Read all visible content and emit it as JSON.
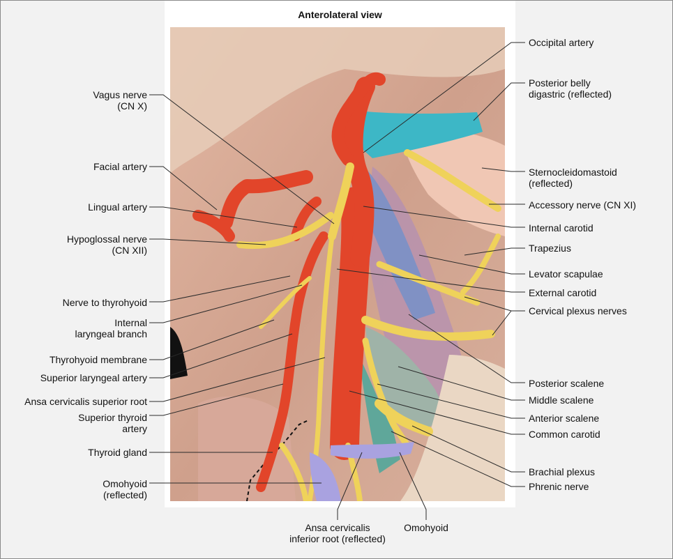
{
  "title": "Anterolateral view",
  "labels_left": [
    {
      "id": "vagus",
      "lines": [
        "Vagus nerve",
        "(CN X)"
      ]
    },
    {
      "id": "facial",
      "lines": [
        "Facial artery"
      ]
    },
    {
      "id": "lingual",
      "lines": [
        "Lingual artery"
      ]
    },
    {
      "id": "hypoglossal",
      "lines": [
        "Hypoglossal nerve",
        "(CN XII)"
      ]
    },
    {
      "id": "nerve-thyrohyoid",
      "lines": [
        "Nerve to thyrohyoid"
      ]
    },
    {
      "id": "internal-laryngeal",
      "lines": [
        "Internal",
        "laryngeal branch"
      ]
    },
    {
      "id": "thyrohyoid-membrane",
      "lines": [
        "Thyrohyoid membrane"
      ]
    },
    {
      "id": "superior-laryngeal",
      "lines": [
        "Superior laryngeal artery"
      ]
    },
    {
      "id": "ansa-superior",
      "lines": [
        "Ansa cervicalis superior root"
      ]
    },
    {
      "id": "superior-thyroid",
      "lines": [
        "Superior thyroid",
        "artery"
      ]
    },
    {
      "id": "thyroid-gland",
      "lines": [
        "Thyroid gland"
      ]
    },
    {
      "id": "omohyoid-reflected",
      "lines": [
        "Omohyoid",
        "(reflected)"
      ]
    }
  ],
  "labels_right": [
    {
      "id": "occipital",
      "lines": [
        "Occipital artery"
      ]
    },
    {
      "id": "posterior-belly",
      "lines": [
        "Posterior belly",
        "digastric (reflected)"
      ]
    },
    {
      "id": "scm",
      "lines": [
        "Sternocleidomastoid",
        "(reflected)"
      ]
    },
    {
      "id": "accessory",
      "lines": [
        "Accessory nerve (CN XI)"
      ]
    },
    {
      "id": "internal-carotid",
      "lines": [
        "Internal carotid"
      ]
    },
    {
      "id": "trapezius",
      "lines": [
        "Trapezius"
      ]
    },
    {
      "id": "levator",
      "lines": [
        "Levator scapulae"
      ]
    },
    {
      "id": "external-carotid",
      "lines": [
        "External carotid"
      ]
    },
    {
      "id": "cervical-plexus",
      "lines": [
        "Cervical plexus nerves"
      ]
    },
    {
      "id": "posterior-scalene",
      "lines": [
        "Posterior scalene"
      ]
    },
    {
      "id": "middle-scalene",
      "lines": [
        "Middle scalene"
      ]
    },
    {
      "id": "anterior-scalene",
      "lines": [
        "Anterior scalene"
      ]
    },
    {
      "id": "common-carotid",
      "lines": [
        "Common carotid"
      ]
    },
    {
      "id": "brachial",
      "lines": [
        "Brachial plexus"
      ]
    },
    {
      "id": "phrenic",
      "lines": [
        "Phrenic nerve"
      ]
    }
  ],
  "labels_bottom": [
    {
      "id": "ansa-inferior",
      "lines": [
        "Ansa  cervicalis",
        "inferior root (reflected)"
      ]
    },
    {
      "id": "omohyoid",
      "lines": [
        "Omohyoid"
      ]
    }
  ],
  "colors": {
    "artery": "#e2452a",
    "nerve": "#efd25a",
    "digastric": "#3db7c6",
    "vein_lilac": "#a9a2e0",
    "levator": "#8091c4",
    "scalene": "#9fb3a8",
    "tissue": "#d9aa94",
    "leader": "#2a2a2a"
  }
}
